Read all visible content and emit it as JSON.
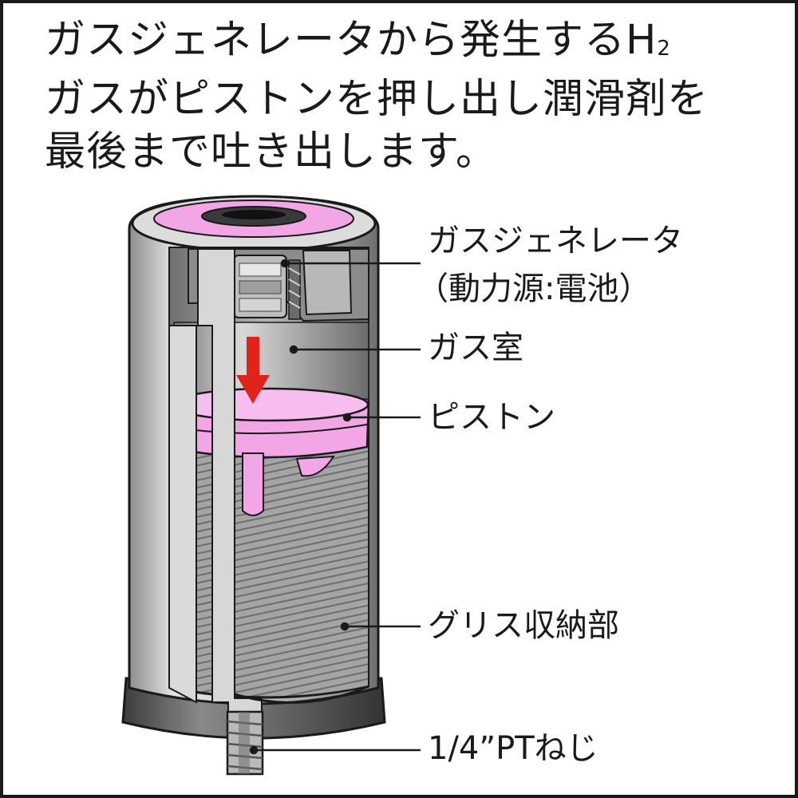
{
  "headline": {
    "line1": "ガスジェネレータから発生するH",
    "line1_sub": "2",
    "line2": "ガスがピストンを押し出し潤滑剤を",
    "line3": "最後まで吐き出します。"
  },
  "callouts": {
    "gas_generator": "ガスジェネレータ",
    "gas_generator_note": "（動力源:電池）",
    "gas_chamber": "ガス室",
    "piston": "ピストン",
    "grease_storage": "グリス収納部",
    "thread": "1/4”PTねじ"
  },
  "colors": {
    "piston": "#f3a6e6",
    "piston_dark": "#d77fcb",
    "arrow": "#e0241b",
    "body": "#c9c9c9",
    "grease": "#9a9a9a",
    "base": "#5a5a5a"
  }
}
